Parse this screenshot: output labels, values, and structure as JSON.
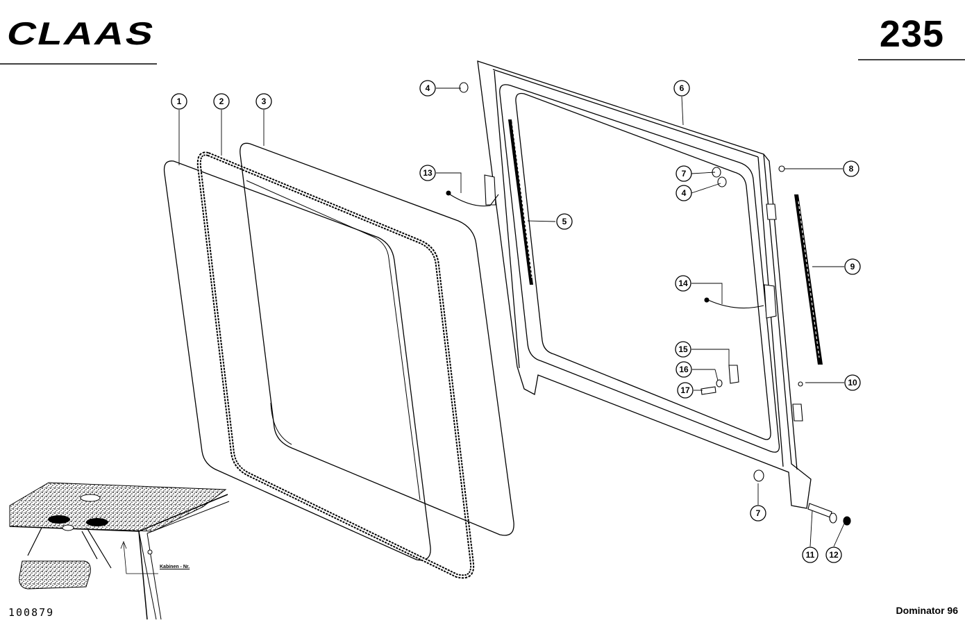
{
  "header": {
    "brand_logo_text": "CLAAS",
    "page_number": "235"
  },
  "footer": {
    "drawing_number": "100879",
    "model_name": "Dominator 96"
  },
  "inset": {
    "label": "Kabinen - Nr."
  },
  "callouts": [
    "1",
    "2",
    "3",
    "4",
    "5",
    "6",
    "7",
    "8",
    "9",
    "10",
    "11",
    "12",
    "13",
    "14",
    "15",
    "16",
    "17"
  ],
  "colors": {
    "ink": "#000000",
    "paper": "#ffffff"
  }
}
